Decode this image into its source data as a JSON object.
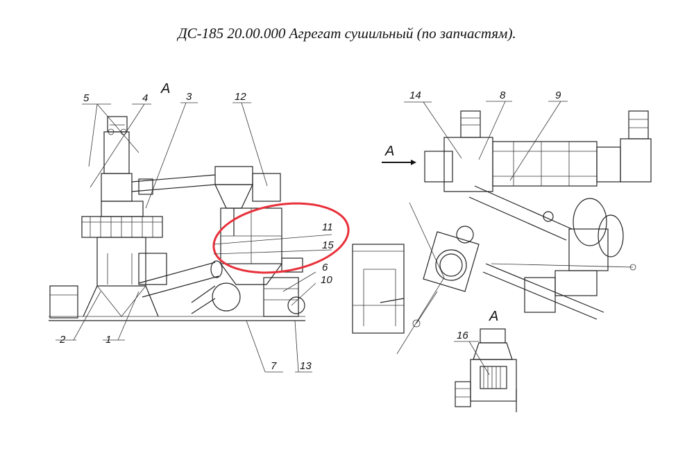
{
  "title": "ДС-185 20.00.000  Агрегат сушильный (по запчастям).",
  "view_labels": {
    "side": "А",
    "arrow": "А",
    "detail": "А"
  },
  "callouts": {
    "c1": "1",
    "c2": "2",
    "c3": "3",
    "c4": "4",
    "c5": "5",
    "c6": "6",
    "c7": "7",
    "c8": "8",
    "c9": "9",
    "c10": "10",
    "c11": "11",
    "c12": "12",
    "c13": "13",
    "c14": "14",
    "c15": "15",
    "c16": "16"
  },
  "colors": {
    "highlight": "#e8303a",
    "line": "#222222"
  }
}
